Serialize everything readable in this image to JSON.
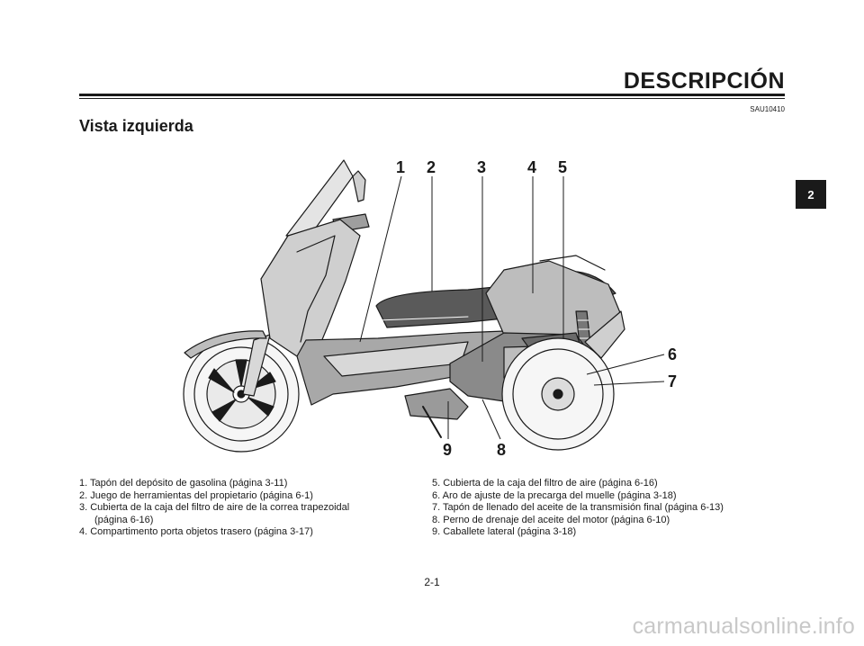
{
  "header": {
    "title": "DESCRIPCIÓN"
  },
  "doc_code": "SAU10410",
  "section_title": "Vista izquierda",
  "chapter_tab": "2",
  "callouts": [
    "1",
    "2",
    "3",
    "4",
    "5",
    "6",
    "7",
    "8",
    "9"
  ],
  "legend_left": [
    {
      "line1": "1. Tapón del depósito de gasolina (página 3-11)",
      "line2": ""
    },
    {
      "line1": "2. Juego de herramientas del propietario (página 6-1)",
      "line2": ""
    },
    {
      "line1": "3. Cubierta de la caja del filtro de aire de la correa trapezoidal",
      "line2": "(página 6-16)"
    },
    {
      "line1": "4. Compartimento porta objetos trasero (página 3-17)",
      "line2": ""
    }
  ],
  "legend_right": [
    {
      "line1": "5. Cubierta de la caja del filtro de aire (página 6-16)",
      "line2": ""
    },
    {
      "line1": "6. Aro de ajuste de la precarga del muelle (página 3-18)",
      "line2": ""
    },
    {
      "line1": "7. Tapón de llenado del aceite de la transmisión final (página 6-13)",
      "line2": ""
    },
    {
      "line1": "8. Perno de drenaje del aceite del motor (página 6-10)",
      "line2": ""
    },
    {
      "line1": "9. Caballete lateral (página 3-18)",
      "line2": ""
    }
  ],
  "page_number": "2-1",
  "watermark": "carmanualsonline.info"
}
